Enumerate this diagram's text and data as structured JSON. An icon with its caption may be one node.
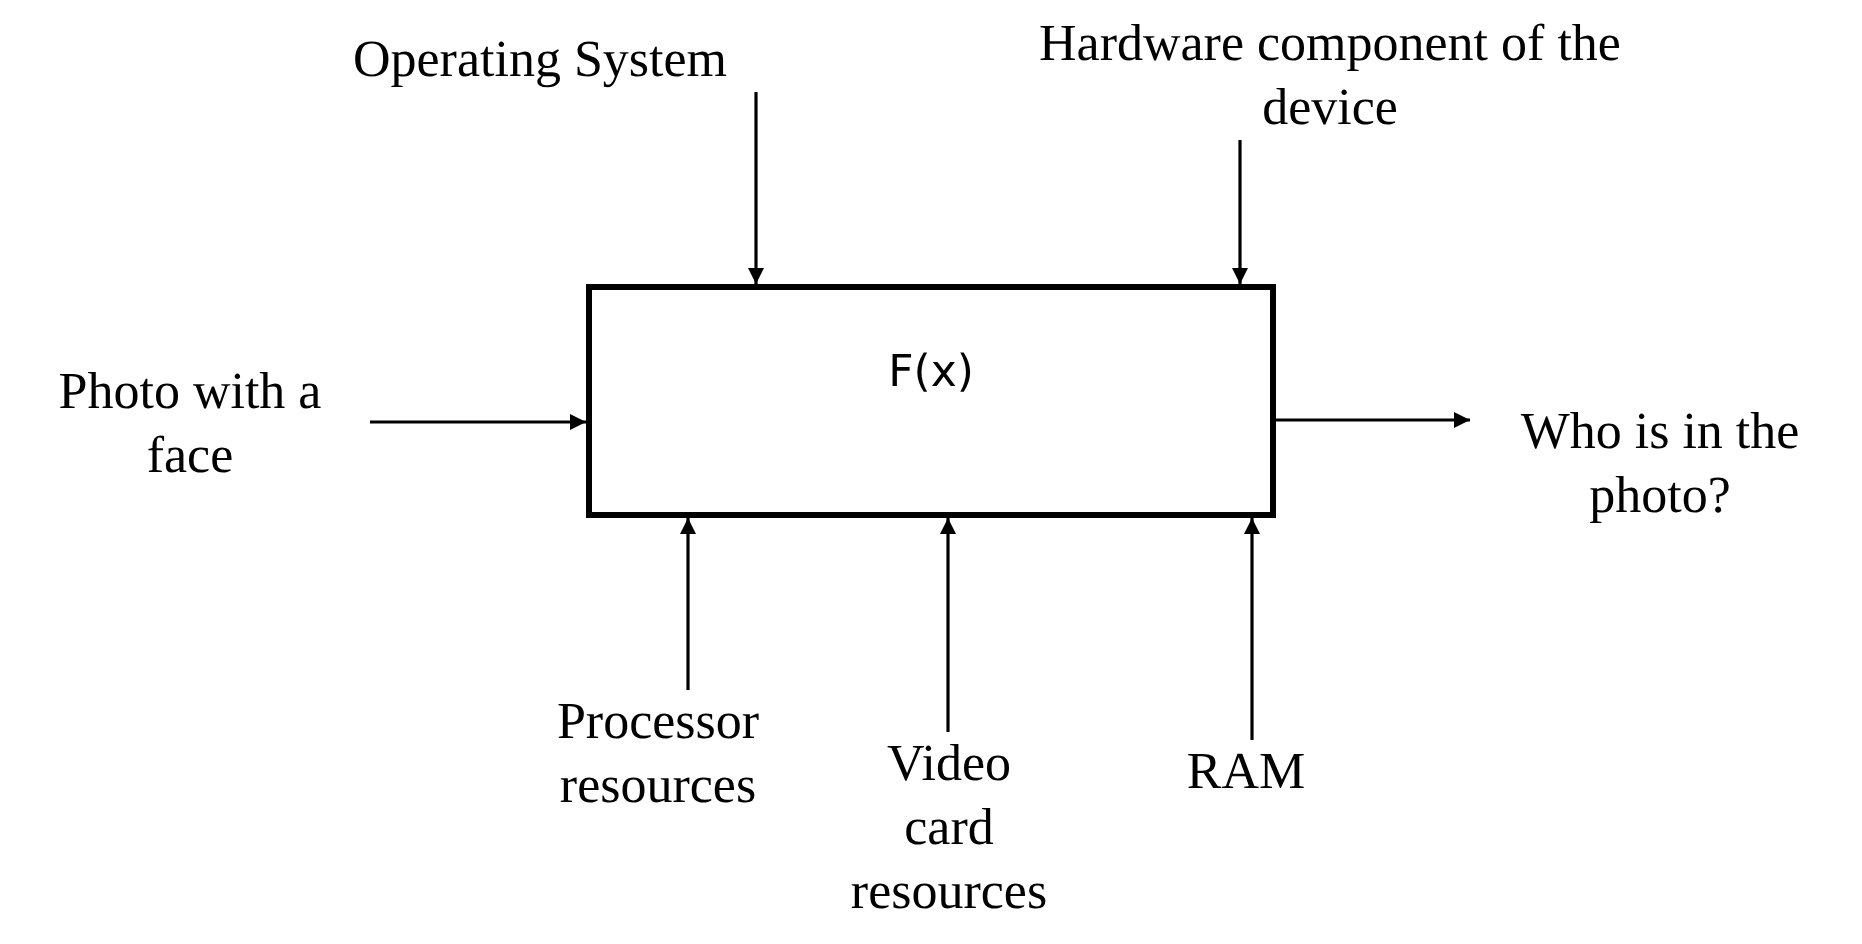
{
  "diagram": {
    "nodes": [
      {
        "text": [
          "F(x)"
        ]
      },
      {
        "text": [
          "Operating System"
        ]
      },
      {
        "text": [
          "Hardware component of the device"
        ]
      },
      {
        "text": [
          "Photo with a face"
        ]
      },
      {
        "text": [
          "Who is in the photo?"
        ]
      },
      {
        "text": [
          "Processor resources"
        ]
      },
      {
        "text": [
          "Video card resources"
        ]
      },
      {
        "text": [
          "RAM"
        ]
      }
    ],
    "edges": [
      {
        "from": 1,
        "to": 0,
        "arrow": "to"
      },
      {
        "from": 2,
        "to": 0,
        "arrow": "to"
      },
      {
        "from": 3,
        "to": 0,
        "arrow": "to"
      },
      {
        "from": 0,
        "to": 4,
        "arrow": "to"
      },
      {
        "from": 5,
        "to": 0,
        "arrow": "to"
      },
      {
        "from": 6,
        "to": 0,
        "arrow": "to"
      },
      {
        "from": 7,
        "to": 0,
        "arrow": "to"
      }
    ]
  }
}
